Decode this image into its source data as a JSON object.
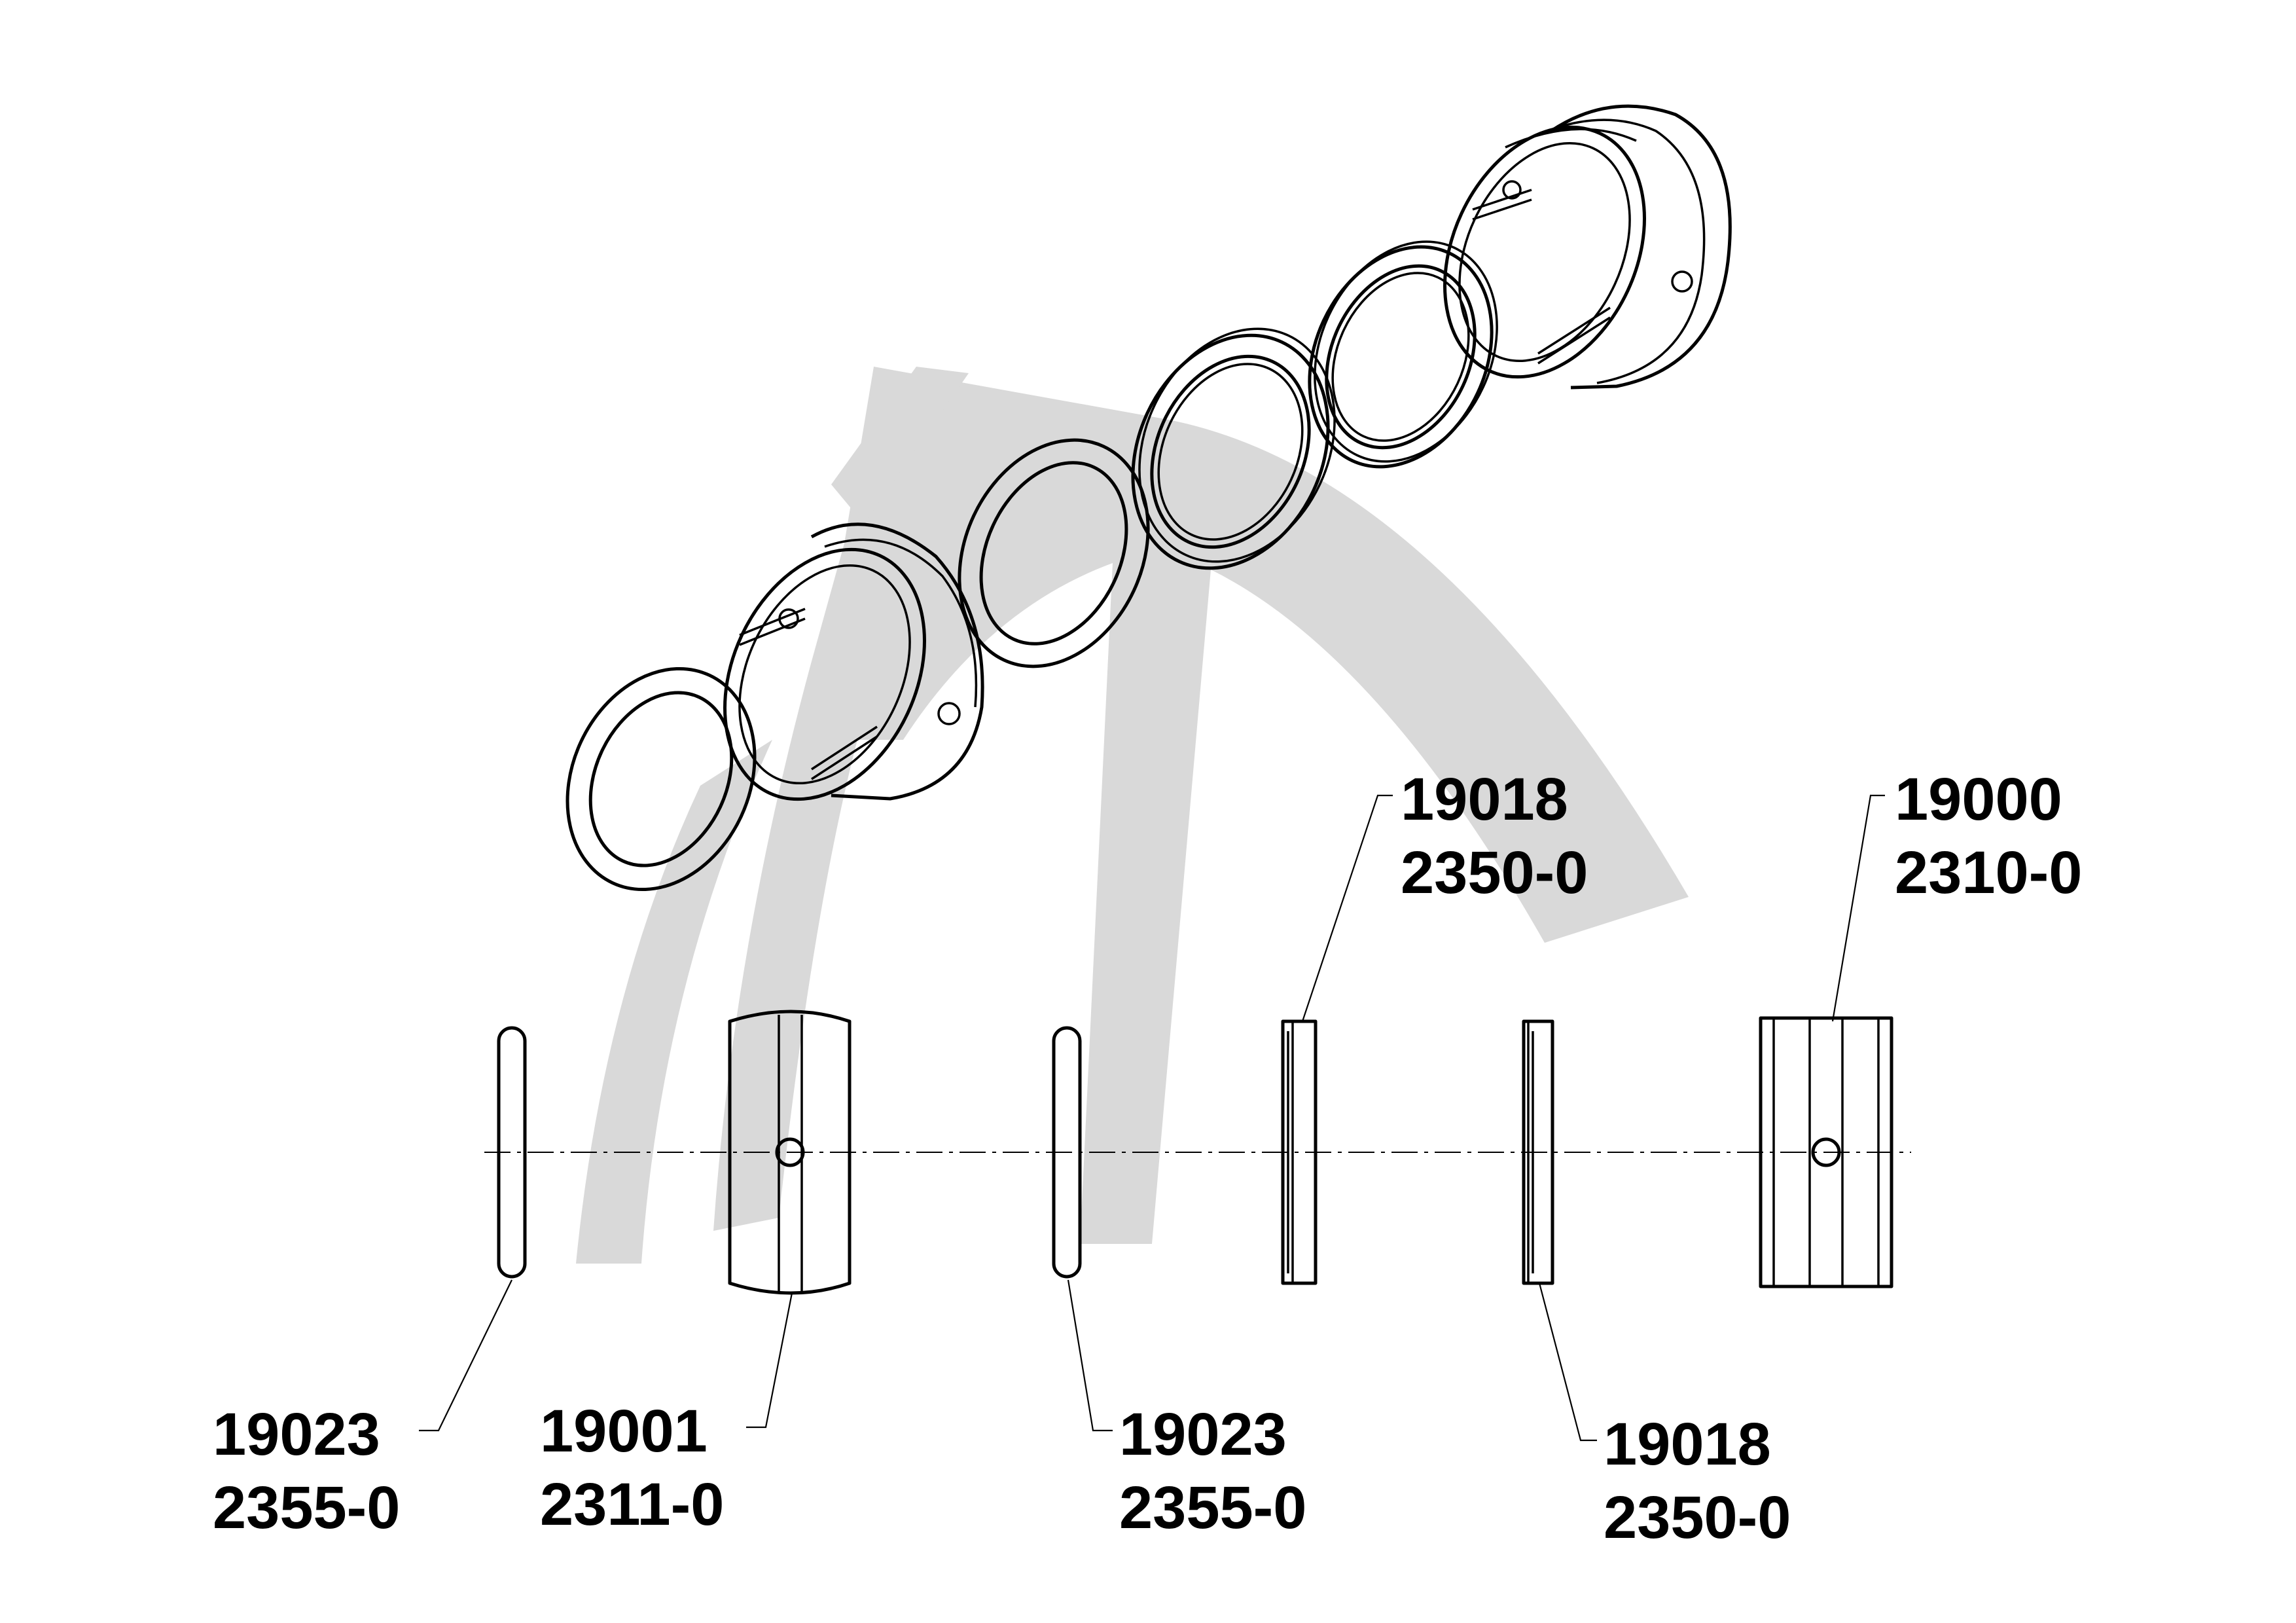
{
  "drawing": {
    "callouts": [
      {
        "part_no": "19023",
        "code": "2355-0"
      },
      {
        "part_no": "19001",
        "code": "2311-0"
      },
      {
        "part_no": "19023",
        "code": "2355-0"
      },
      {
        "part_no": "19018",
        "code": "2350-0"
      },
      {
        "part_no": "19018",
        "code": "2350-0"
      },
      {
        "part_no": "19000",
        "code": "2310-0"
      }
    ],
    "colors": {
      "line": "#000000",
      "watermark": "#d9d9d9"
    },
    "watermark_icon": "logo-watermark-icon"
  }
}
